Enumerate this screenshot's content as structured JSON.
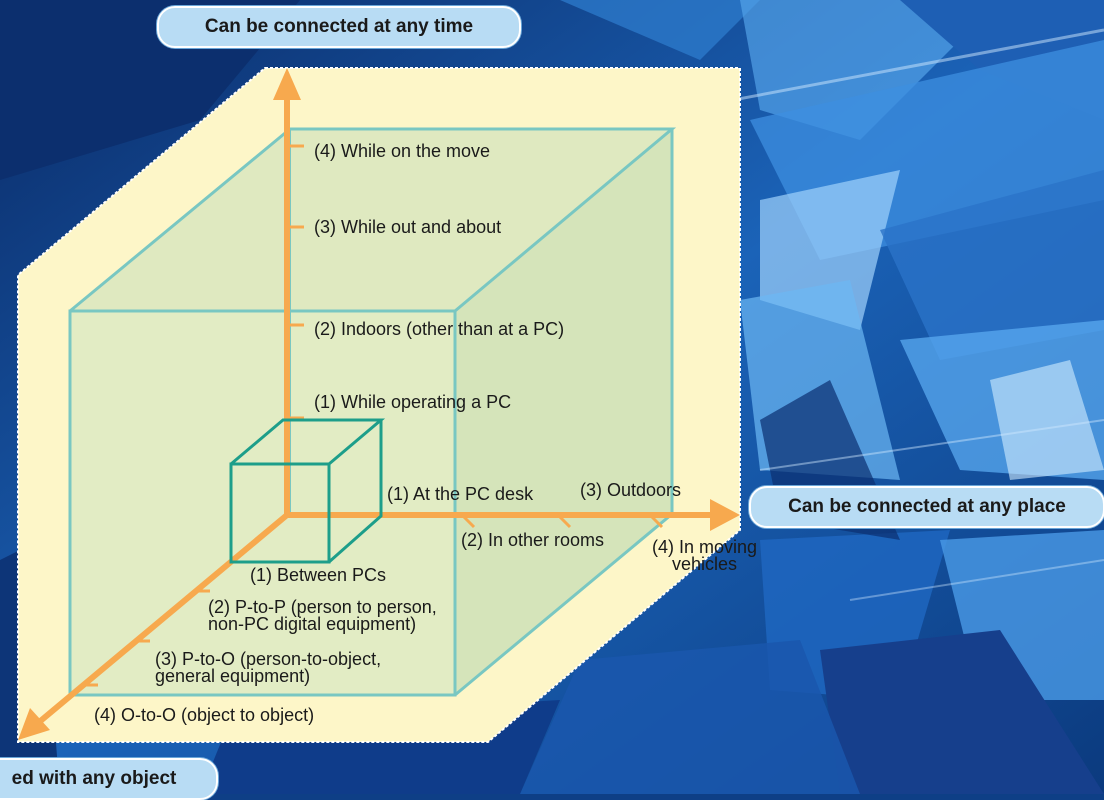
{
  "axes": {
    "time": {
      "title": "Can be connected at any time",
      "levels": [
        "(1) While operating a PC",
        "(2) Indoors (other than at a PC)",
        "(3) While out and about",
        "(4) While on the move"
      ]
    },
    "place": {
      "title": "Can be connected at any place",
      "levels": [
        "(1) At the PC desk",
        "(2) In other rooms",
        "(3) Outdoors",
        "(4) In moving\nvehicles"
      ]
    },
    "object": {
      "title": "ed with any object",
      "levels": [
        "(1) Between PCs",
        "(2) P-to-P (person to person,\nnon-PC digital equipment)",
        "(3) P-to-O (person-to-object,\ngeneral equipment)",
        "(4) O-to-O (object to object)"
      ]
    }
  },
  "colors": {
    "panel": "#fdf6c8",
    "cube_fill": "#e2ecc4",
    "cube_edge": "#79c7c2",
    "small_cube_edge": "#1d9e8a",
    "axis": "#f7a94e",
    "pill": "#b8dcf4",
    "background": "#0e3f86"
  }
}
